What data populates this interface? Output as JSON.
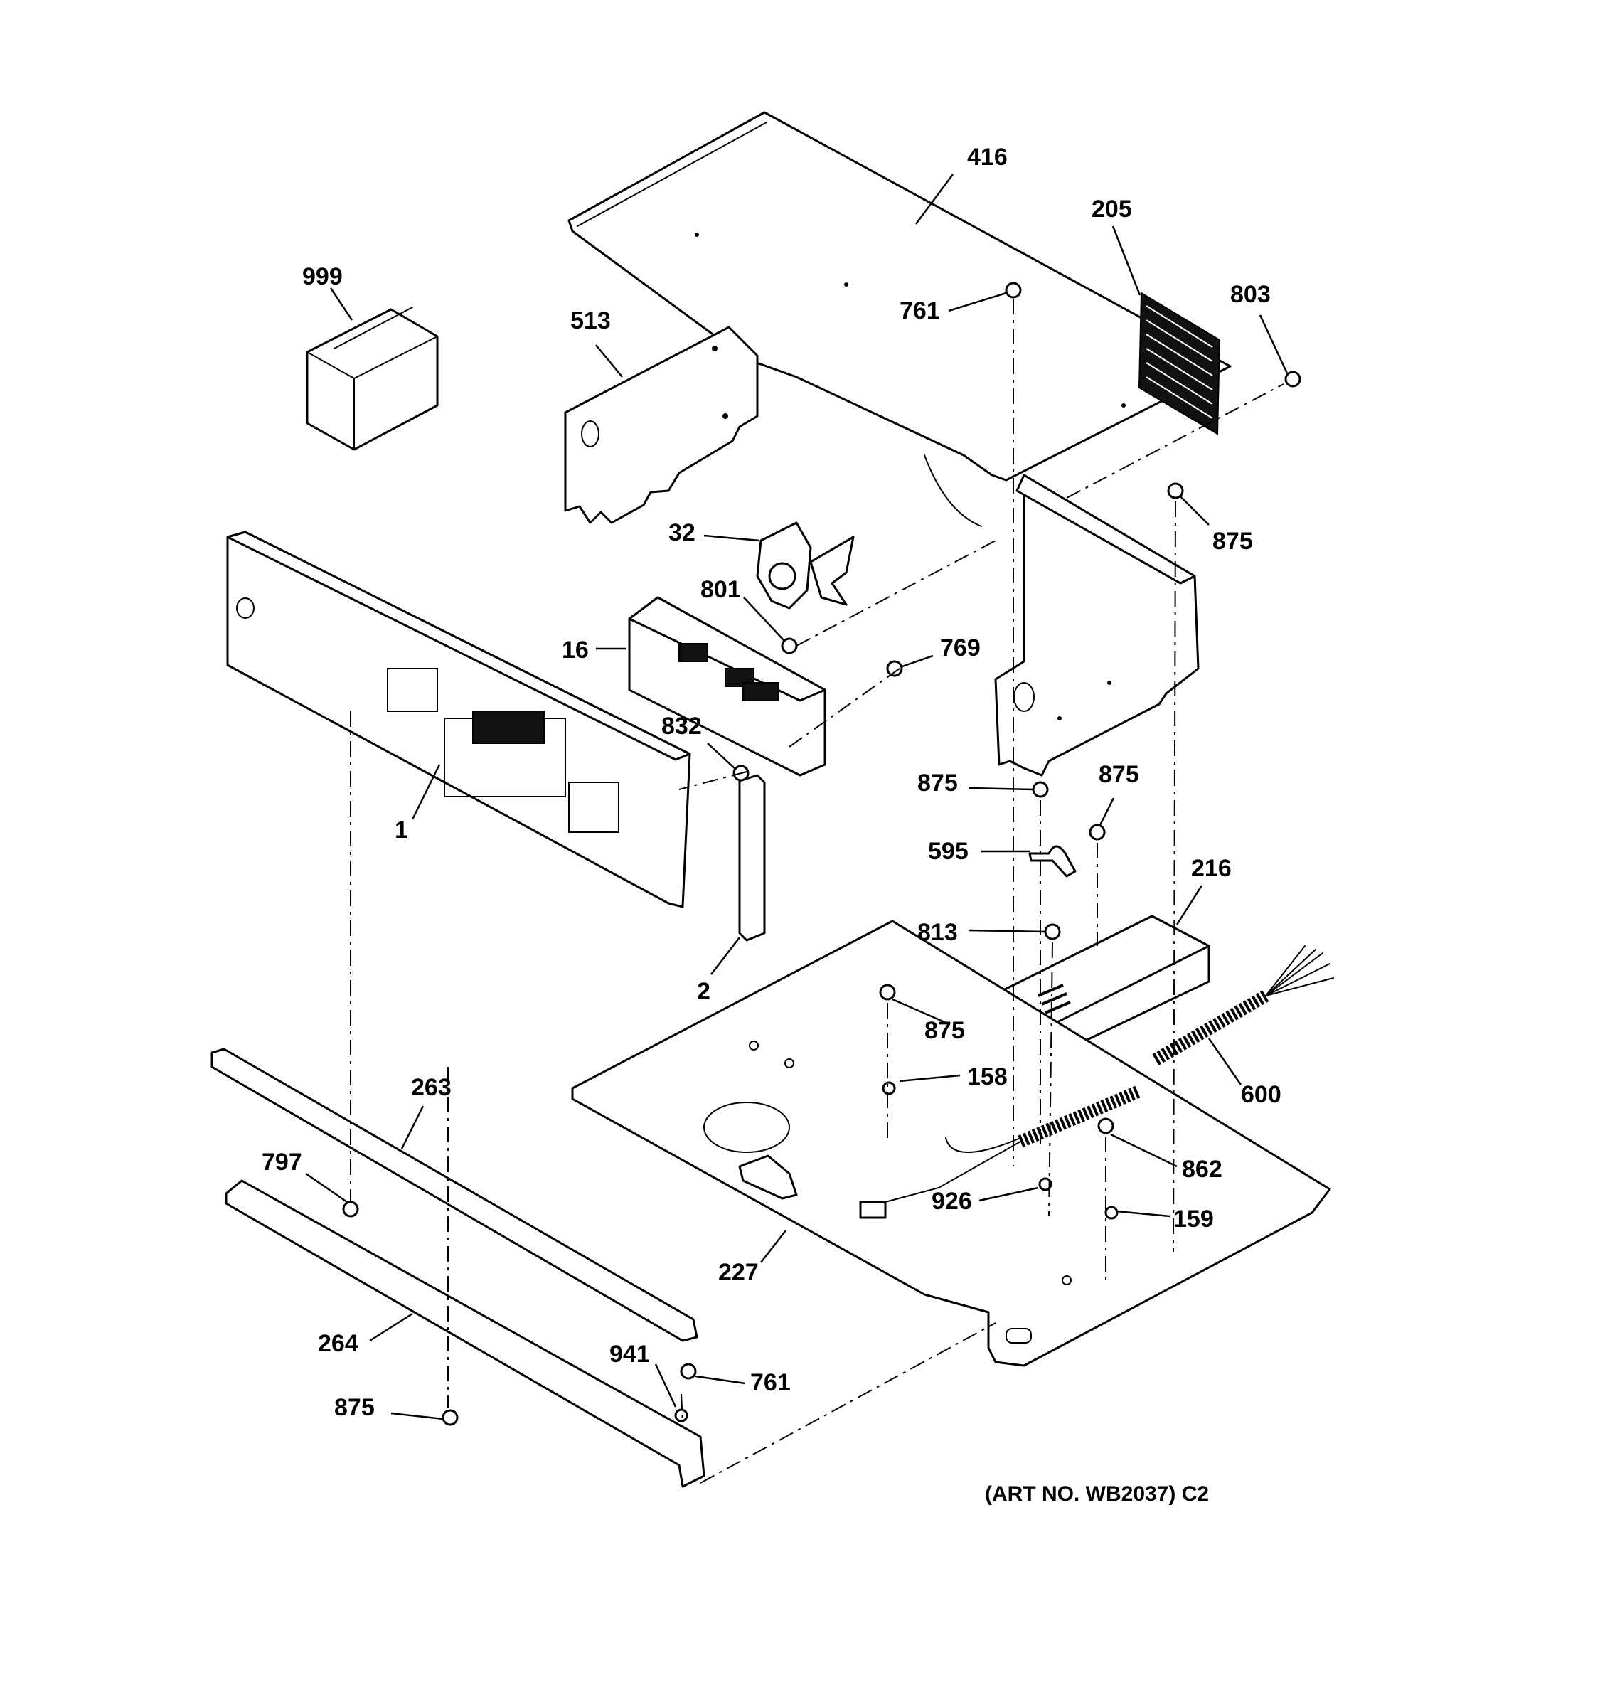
{
  "diagram": {
    "caption": "(ART NO. WB2037) C2",
    "callouts": {
      "c416": "416",
      "c205": "205",
      "c999": "999",
      "c761a": "761",
      "c803": "803",
      "c513": "513",
      "c875a": "875",
      "c32": "32",
      "c801": "801",
      "c16": "16",
      "c769": "769",
      "c832": "832",
      "c875b": "875",
      "c875c": "875",
      "c1": "1",
      "c595": "595",
      "c216": "216",
      "c813": "813",
      "c2": "2",
      "c875d": "875",
      "c158": "158",
      "c263": "263",
      "c600": "600",
      "c797": "797",
      "c862": "862",
      "c926": "926",
      "c159": "159",
      "c227": "227",
      "c264": "264",
      "c941": "941",
      "c761b": "761",
      "c875e": "875"
    }
  }
}
